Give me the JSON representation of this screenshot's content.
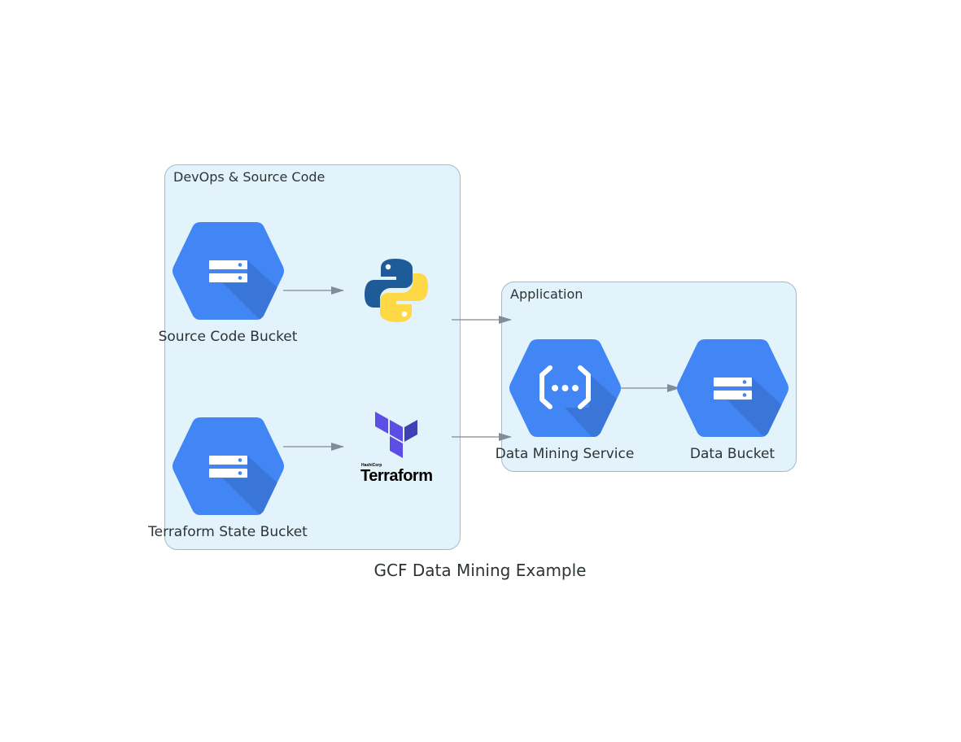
{
  "title": "GCF Data Mining Example",
  "clusters": {
    "devops": {
      "label": "DevOps & Source Code"
    },
    "application": {
      "label": "Application"
    }
  },
  "nodes": {
    "source_bucket": {
      "label": "Source Code Bucket",
      "icon": "storage-bucket-icon"
    },
    "python": {
      "icon": "python-icon"
    },
    "state_bucket": {
      "label": "Terraform State Bucket",
      "icon": "storage-bucket-icon"
    },
    "terraform": {
      "icon": "terraform-icon",
      "logo_small_text": "HashiCorp",
      "logo_text": "Terraform"
    },
    "data_mining": {
      "label": "Data Mining Service",
      "icon": "cloud-functions-icon"
    },
    "data_bucket": {
      "label": "Data Bucket",
      "icon": "storage-bucket-icon"
    }
  },
  "edges": [
    {
      "from": "Source Code Bucket",
      "to": "python"
    },
    {
      "from": "Terraform State Bucket",
      "to": "terraform"
    },
    {
      "from": "python",
      "to": "Application"
    },
    {
      "from": "terraform",
      "to": "Application"
    },
    {
      "from": "Data Mining Service",
      "to": "Data Bucket"
    }
  ],
  "colors": {
    "cluster_bg": "#e3f3fb",
    "cluster_border": "#aab8c2",
    "gcp_blue": "#4285f4",
    "gcp_blue_shadow": "#3a76d8",
    "edge": "#7f8c99",
    "python_blue": "#1f5b99",
    "python_yellow": "#ffd845",
    "terraform_purple": "#5c4ee5"
  }
}
